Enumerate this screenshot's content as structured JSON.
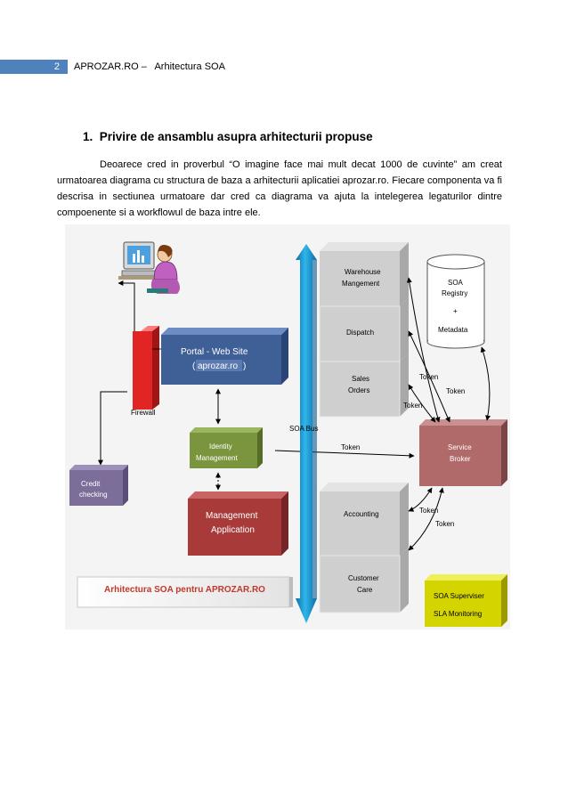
{
  "header": {
    "page_number": "2",
    "title": "APROZAR.RO –   Arhitectura SOA"
  },
  "section": {
    "number": "1.",
    "title": "Privire de ansamblu asupra arhitecturii propuse"
  },
  "paragraph": "Deoarece cred in proverbul “O imagine face mai mult decat 1000 de cuvinte” am creat urmatoarea diagrama cu structura de baza a arhitecturii aplicatiei aprozar.ro. Fiecare componenta va fi descrisa in sectiunea urmatoare dar cred ca diagrama va ajuta la  intelegerea legaturilor dintre compoenente si a workflowul de baza intre ele.",
  "diagram": {
    "caption": "Arhitectura SOA pentru APROZAR.RO",
    "bus_label": "SOA Bus",
    "firewall_label": "Firewall",
    "portal": {
      "line1": "Portal - Web Site",
      "line2": "aprozar.ro"
    },
    "identity": {
      "line1": "Identity",
      "line2": "Management"
    },
    "management": {
      "line1": "Management",
      "line2": "Application"
    },
    "credit": {
      "line1": "Credit",
      "line2": "checking"
    },
    "services": {
      "warehouse": {
        "line1": "Warehouse",
        "line2": "Mangement"
      },
      "dispatch": {
        "line1": "Dispatch"
      },
      "sales": {
        "line1": "Sales",
        "line2": "Orders"
      },
      "accounting": {
        "line1": "Accounting"
      },
      "customer": {
        "line1": "Customer",
        "line2": "Care"
      }
    },
    "registry": {
      "line1": "SOA",
      "line2": "Registry",
      "plus": "+",
      "line3": "Metadata"
    },
    "broker": {
      "line1": "Service",
      "line2": "Broker"
    },
    "supervisor": {
      "line1": "SOA Superviser",
      "line2": "SLA Monitoring"
    },
    "token_labels": [
      "Token",
      "Token",
      "Token",
      "Token",
      "Token",
      "Token"
    ],
    "colors": {
      "portal": "#3f5f97",
      "firewall": "#e12525",
      "identity": "#7a953d",
      "management": "#a83a3a",
      "credit": "#7d6d99",
      "service_box": "#cfcfcf",
      "broker": "#b06a6a",
      "supervisor": "#d4d400",
      "bus": "#1b9fd6"
    }
  }
}
